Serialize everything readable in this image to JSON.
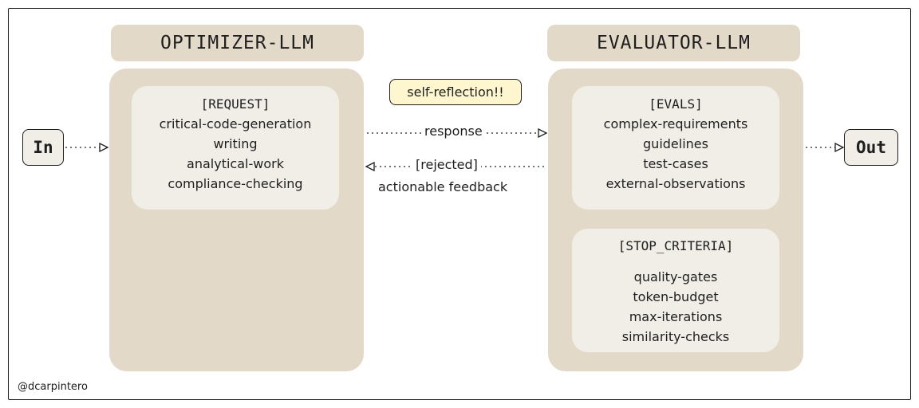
{
  "optimizer": {
    "title": "OPTIMIZER-LLM",
    "request": {
      "header": "[REQUEST]",
      "items": [
        "critical-code-generation",
        "writing",
        "analytical-work",
        "compliance-checking"
      ]
    }
  },
  "evaluator": {
    "title": "EVALUATOR-LLM",
    "evals": {
      "header": "[EVALS]",
      "items": [
        "complex-requirements",
        "guidelines",
        "test-cases",
        "external-observations"
      ]
    },
    "stop": {
      "header": "[STOP_CRITERIA]",
      "items": [
        "quality-gates",
        "token-budget",
        "max-iterations",
        "similarity-checks"
      ]
    }
  },
  "io": {
    "input": "In",
    "output": "Out"
  },
  "flow": {
    "note": "self-reflection!!",
    "response": "response",
    "rejected": "[rejected]",
    "feedback": "actionable feedback"
  },
  "credit": "@dcarpintero",
  "colors": {
    "panel": "#e3d9c9",
    "card": "#f1eee8",
    "note": "#fdf6cf",
    "ink": "#1e1e1e"
  }
}
